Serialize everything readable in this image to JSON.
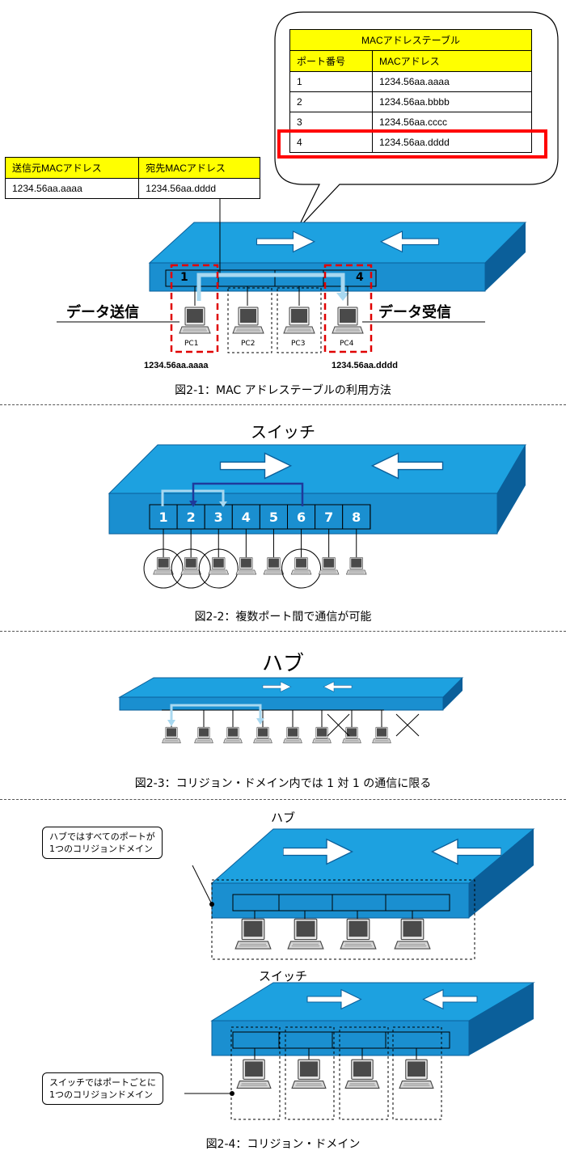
{
  "fig1": {
    "mac_table": {
      "title": "MACアドレステーブル",
      "col_port": "ポート番号",
      "col_mac": "MACアドレス",
      "rows": [
        {
          "port": "1",
          "mac": "1234.56aa.aaaa"
        },
        {
          "port": "2",
          "mac": "1234.56aa.bbbb"
        },
        {
          "port": "3",
          "mac": "1234.56aa.cccc"
        },
        {
          "port": "4",
          "mac": "1234.56aa.dddd"
        }
      ],
      "highlight_color": "#ff0000"
    },
    "frame": {
      "src_header": "送信元MACアドレス",
      "dst_header": "宛先MACアドレス",
      "src_value": "1234.56aa.aaaa",
      "dst_value": "1234.56aa.dddd"
    },
    "port_left": "1",
    "port_right": "4",
    "send_label": "データ送信",
    "recv_label": "データ受信",
    "pcs": [
      "PC1",
      "PC2",
      "PC3",
      "PC4"
    ],
    "pc1_addr": "1234.56aa.aaaa",
    "pc4_addr": "1234.56aa.dddd",
    "caption": "図2-1：MAC アドレステーブルの利用方法"
  },
  "fig2": {
    "title": "スイッチ",
    "ports": [
      "1",
      "2",
      "3",
      "4",
      "5",
      "6",
      "7",
      "8"
    ],
    "caption": "図2-2：複数ポート間で通信が可能"
  },
  "fig3": {
    "title": "ハブ",
    "caption": "図2-3：コリジョン・ドメイン内では 1 対 1 の通信に限る"
  },
  "fig4": {
    "hub_title": "ハブ",
    "hub_note_line1": "ハブではすべてのポートが",
    "hub_note_line2": "1つのコリジョンドメイン",
    "switch_title": "スイッチ",
    "switch_note_line1": "スイッチではポートごとに",
    "switch_note_line2": "1つのコリジョンドメイン",
    "caption": "図2-4：コリジョン・ドメイン"
  },
  "colors": {
    "switch_top": "#1da1e0",
    "switch_front": "#1a8fd0",
    "switch_side": "#0b5f9a",
    "table_header": "#ffff00",
    "light_arrow": "#a8d8f0",
    "dark_arrow": "#1f3a9c",
    "dashed_red": "#e00000"
  }
}
